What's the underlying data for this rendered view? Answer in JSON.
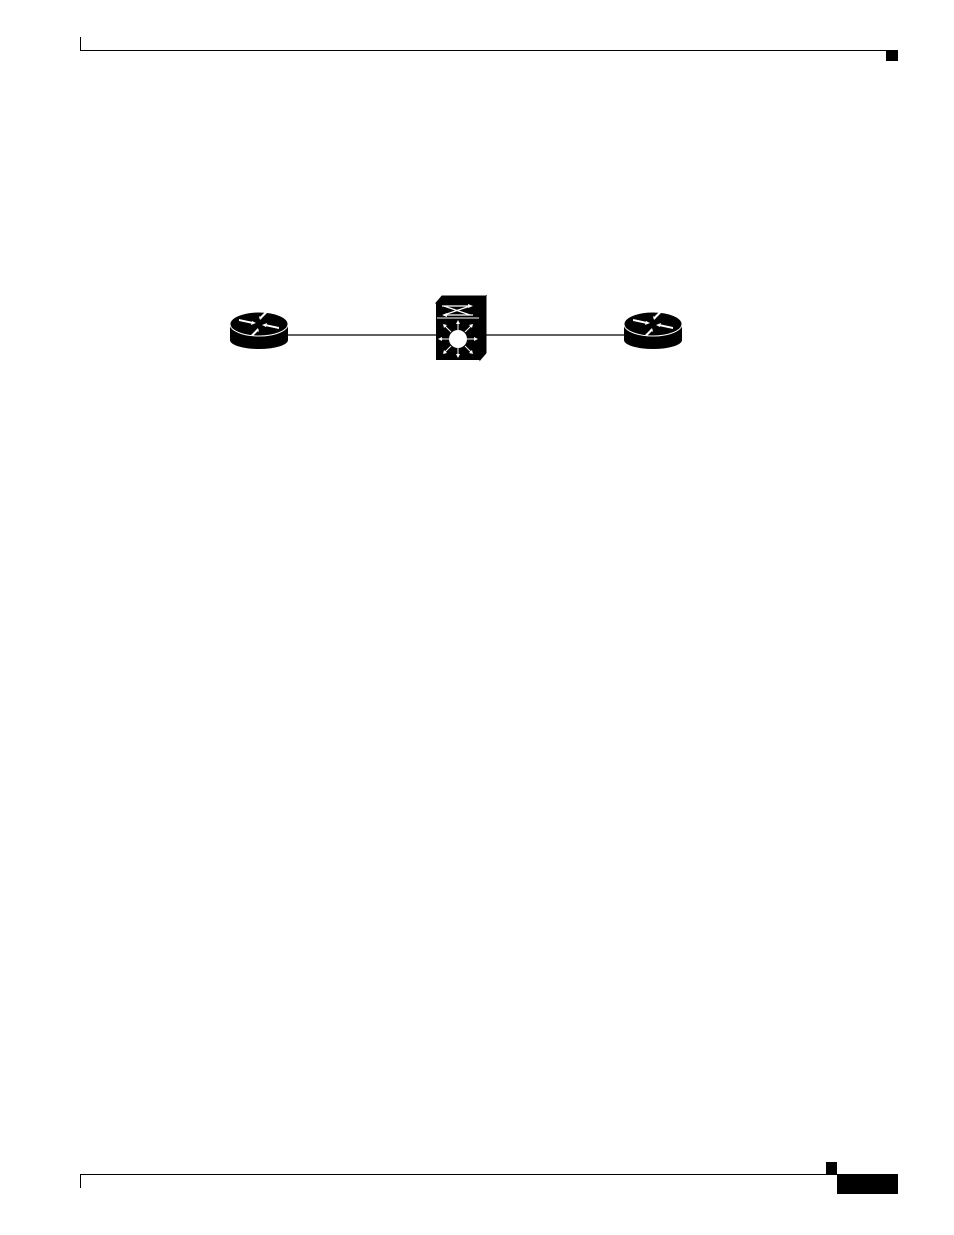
{
  "page": {
    "header_text": "",
    "footer_text": ""
  },
  "diagram": {
    "nodes": [
      {
        "id": "router-left",
        "kind": "router",
        "icon": "router-icon"
      },
      {
        "id": "multilayer-switch",
        "kind": "multilayer-switch",
        "icon": "multilayer-switch-icon"
      },
      {
        "id": "router-right",
        "kind": "router",
        "icon": "router-icon"
      }
    ],
    "links": [
      {
        "from": "router-left",
        "to": "multilayer-switch"
      },
      {
        "from": "multilayer-switch",
        "to": "router-right"
      }
    ]
  }
}
